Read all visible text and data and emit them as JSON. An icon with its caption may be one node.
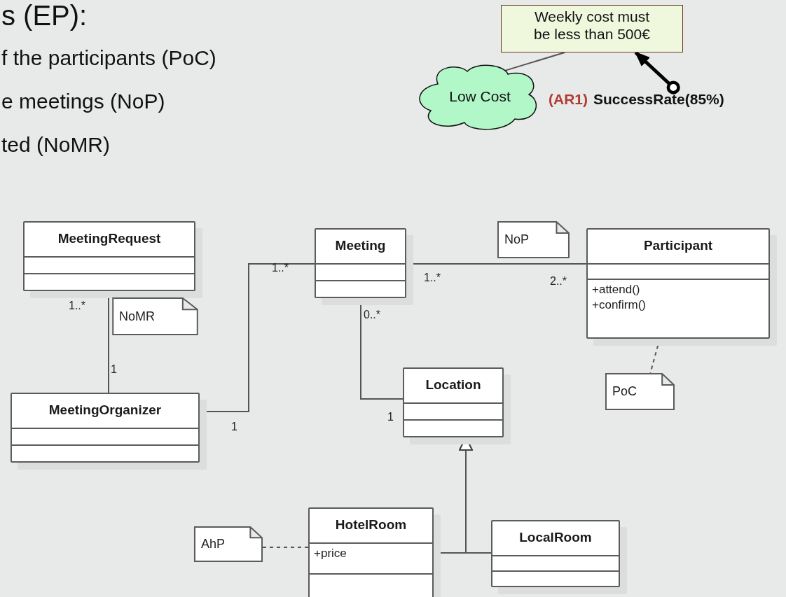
{
  "diagram": {
    "nodes": [
      {
        "text": [
          "MeetingRequest"
        ]
      },
      {
        "text": [
          "Meeting"
        ]
      },
      {
        "text": [
          "NoP"
        ]
      },
      {
        "text": [
          "Participant",
          "+attend() +confirm()"
        ]
      },
      {
        "text": [
          "NoMR"
        ]
      },
      {
        "text": [
          "MeetingOrganizer"
        ]
      },
      {
        "text": [
          "Location"
        ]
      },
      {
        "text": [
          "PoC"
        ]
      },
      {
        "text": [
          "AhP"
        ]
      },
      {
        "text": [
          "HotelRoom",
          "+price"
        ]
      },
      {
        "text": [
          "LocalRoom"
        ]
      },
      {
        "text": [
          "Weekly cost must be less than 500€"
        ]
      },
      {
        "text": [
          "Low Cost"
        ]
      },
      {
        "text": [
          "(AR1)",
          "SuccessRate(85%)"
        ]
      }
    ],
    "edges": [
      {
        "from": 0,
        "to": 5,
        "arrow": "none"
      },
      {
        "from": 5,
        "to": 1,
        "arrow": "none"
      },
      {
        "from": 1,
        "to": 3,
        "arrow": "none"
      },
      {
        "from": 1,
        "to": 6,
        "arrow": "none"
      },
      {
        "from": 9,
        "to": 6,
        "arrow": "to"
      },
      {
        "from": 10,
        "to": 6,
        "arrow": "to"
      },
      {
        "from": 8,
        "to": 9,
        "arrow": "none",
        "style": "dashed"
      },
      {
        "from": 3,
        "to": 7,
        "arrow": "none",
        "style": "dashed"
      },
      {
        "from": 11,
        "to": 12,
        "arrow": "none"
      },
      {
        "from": 13,
        "to": 11,
        "arrow": "to",
        "style": "thick"
      }
    ],
    "labels": [
      "s (EP):",
      "f the participants (PoC)",
      "e meetings (NoP)",
      "ted (NoMR)",
      "1..*",
      "1",
      "1..*",
      "1",
      "1..*",
      "2..*",
      "0..*",
      "1"
    ]
  }
}
